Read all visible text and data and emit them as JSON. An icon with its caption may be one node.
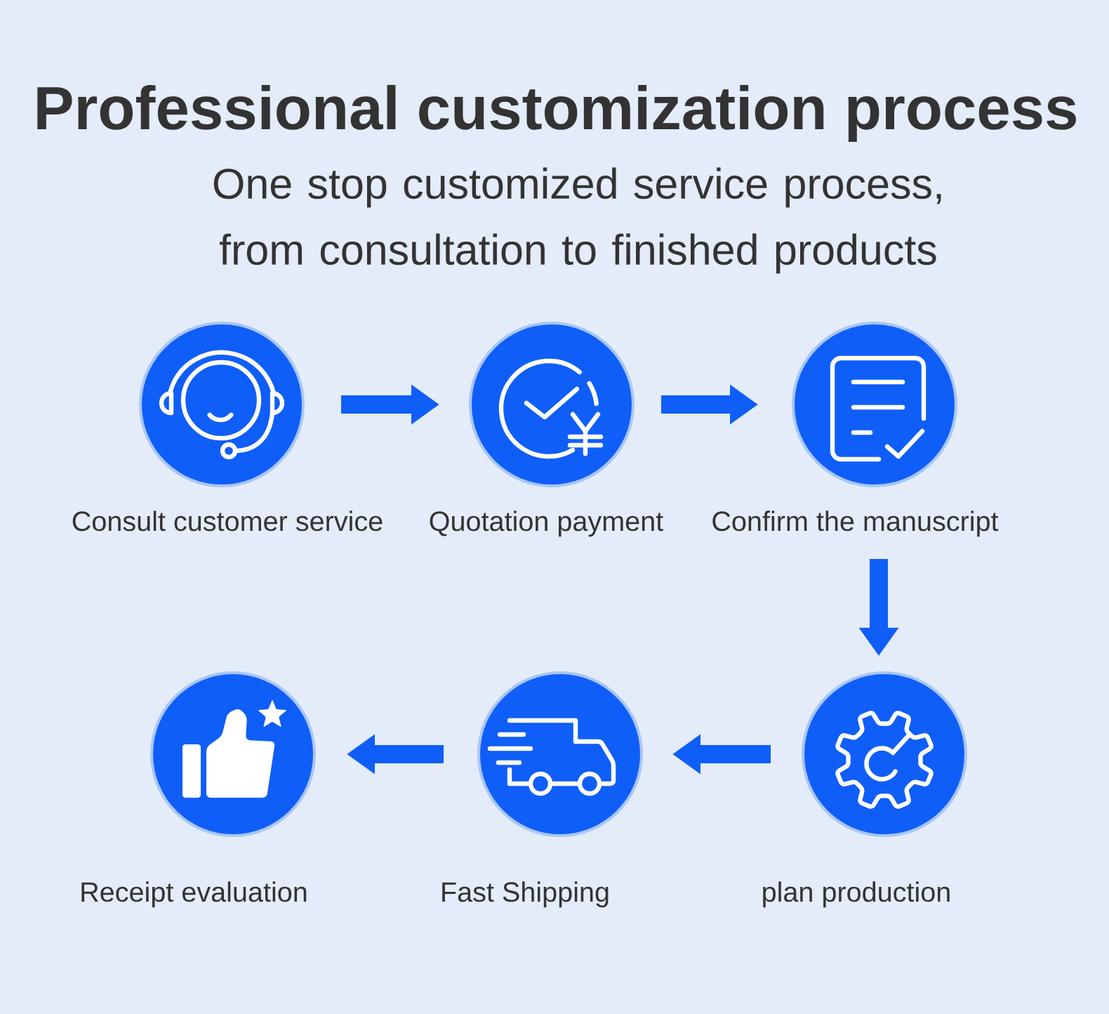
{
  "diagram": {
    "title": "Professional customization process",
    "nodes": [
      {
        "text": [
          "Consult customer service"
        ]
      },
      {
        "text": [
          "Quotation payment"
        ]
      },
      {
        "text": [
          "Confirm the manuscript"
        ]
      },
      {
        "text": [
          "Receipt evaluation"
        ]
      },
      {
        "text": [
          "Fast Shipping"
        ]
      },
      {
        "text": [
          "plan production"
        ]
      }
    ],
    "edges": [
      {
        "from": 0,
        "to": 1,
        "arrow": "to"
      },
      {
        "from": 1,
        "to": 2,
        "arrow": "to"
      },
      {
        "from": 2,
        "to": 5,
        "arrow": "to"
      },
      {
        "from": 5,
        "to": 4,
        "arrow": "to"
      },
      {
        "from": 4,
        "to": 3,
        "arrow": "to"
      }
    ],
    "labels": [
      "One stop customized service process, from consultation to finished products"
    ]
  }
}
